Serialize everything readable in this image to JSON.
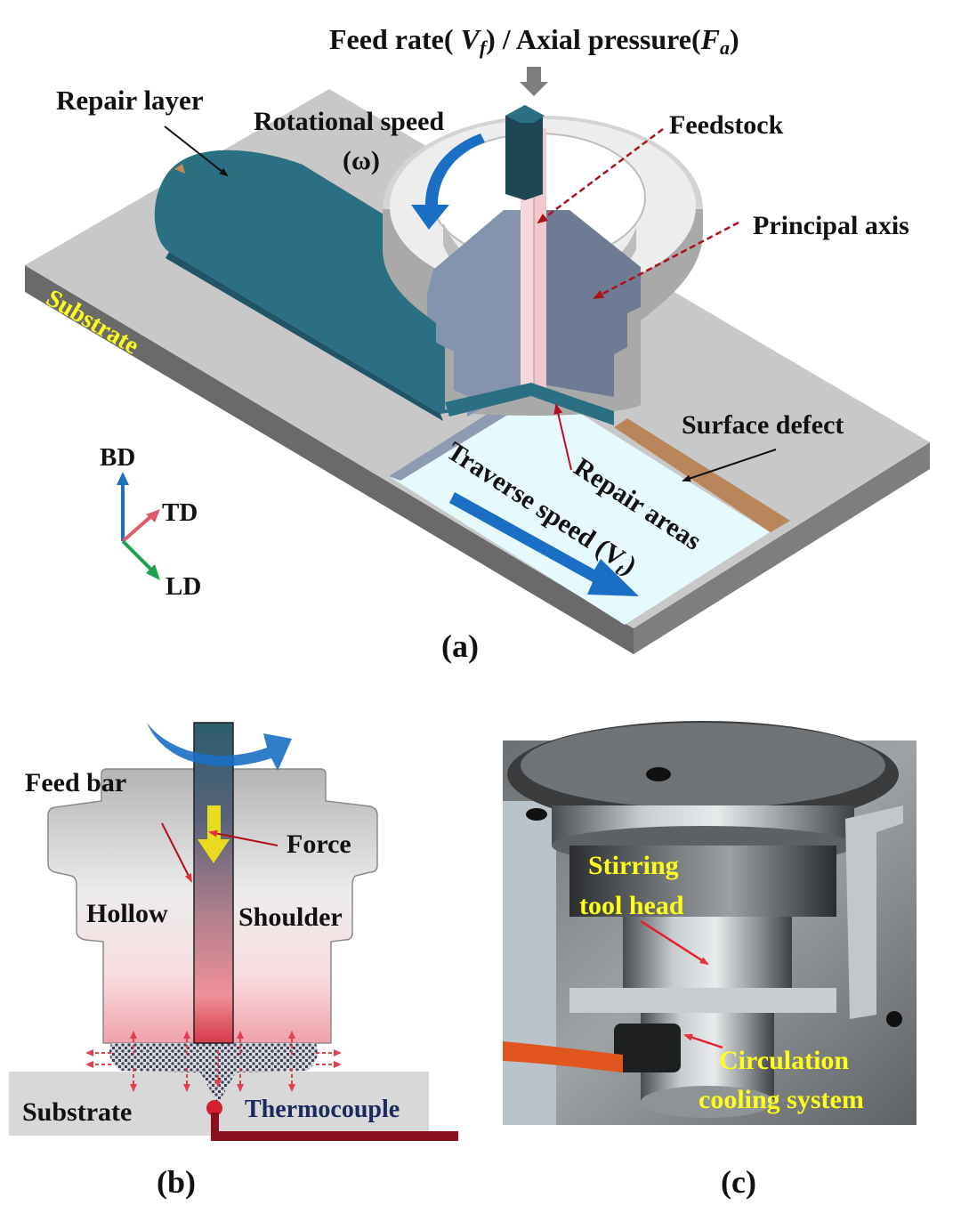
{
  "panel_a": {
    "caption": "(a)",
    "title_prefix": "Feed rate( ",
    "title_vf_main": "V",
    "title_vf_sub": "f",
    "title_middle": ") / Axial pressure(",
    "title_fa_main": "F",
    "title_fa_sub": "a",
    "title_suffix": ")",
    "labels": {
      "repair_layer": "Repair layer",
      "rotational_speed": "Rotational speed",
      "omega": "(ω)",
      "feedstock": "Feedstock",
      "principal_axis": "Principal axis",
      "substrate": "Substrate",
      "surface_defect": "Surface defect",
      "repair_areas": "Repair areas",
      "traverse_speed": "Traverse speed (V",
      "traverse_sub": "t",
      "traverse_close": ")"
    },
    "axes": {
      "bd": "BD",
      "td": "TD",
      "ld": "LD"
    },
    "colors": {
      "plate_top": "#c8c8c8",
      "plate_side": "#6e6e6e",
      "repair_layer": "#2b6f83",
      "tool_light": "#e8e8e8",
      "tool_cut_left": "#8090a8",
      "tool_cut_right": "#6e7a90",
      "feedstock": "#f7d4da",
      "repair_area": "#e6f9fc",
      "defect": "#b9865a",
      "arrow_blue": "#1a6fc4",
      "bd_arrow": "#1f6fb5",
      "td_arrow": "#e05a6a",
      "ld_arrow": "#1ea050"
    }
  },
  "panel_b": {
    "caption": "(b)",
    "labels": {
      "feed_bar": "Feed bar",
      "force": "Force",
      "hollow": "Hollow",
      "shoulder": "Shoulder",
      "substrate": "Substrate",
      "thermocouple": "Thermocouple"
    }
  },
  "panel_c": {
    "caption": "(c)",
    "labels": {
      "stirring_line1": "Stirring",
      "stirring_line2": "tool head",
      "cooling_line1": "Circulation",
      "cooling_line2": "cooling system"
    }
  }
}
